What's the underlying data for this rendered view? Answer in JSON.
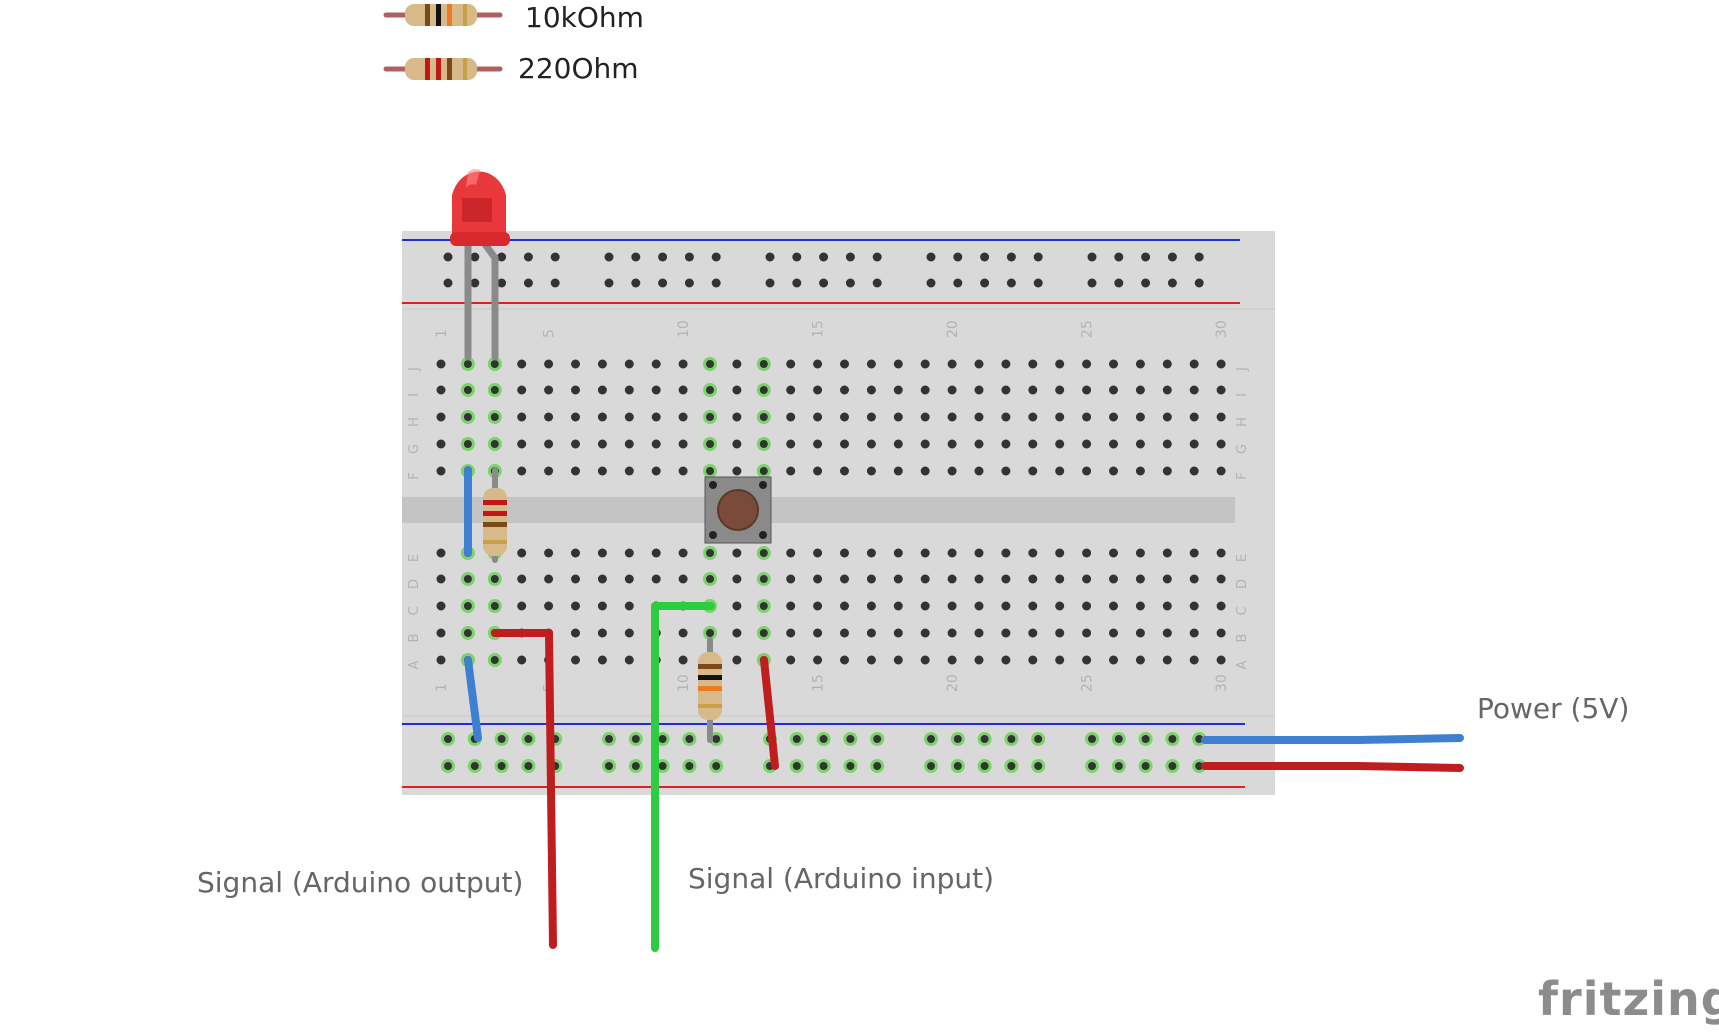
{
  "legend": {
    "resistor_a_label": "10kOhm",
    "resistor_b_label": "220Ohm"
  },
  "labels": {
    "power": "Power (5V)",
    "signal_output": "Signal (Arduino output)",
    "signal_input": "Signal (Arduino input)"
  },
  "breadboard": {
    "columns": 30,
    "column_numbers": [
      "1",
      "5",
      "10",
      "15",
      "20",
      "25",
      "30"
    ],
    "top_row_letters": [
      "J",
      "I",
      "H",
      "G",
      "F"
    ],
    "bottom_row_letters": [
      "E",
      "D",
      "C",
      "B",
      "A"
    ]
  },
  "brand": "fritzing",
  "colors": {
    "board": "#d9d9d9",
    "gap": "#c4c4c4",
    "hole": "#333333",
    "hole_active": "#7bd36b",
    "rail_red": "#e02020",
    "rail_blue": "#2030d0",
    "wire_red": "#bf1e1e",
    "wire_blue": "#3f7fd0",
    "wire_green": "#2ecc40",
    "led_red": "#e8383c"
  }
}
